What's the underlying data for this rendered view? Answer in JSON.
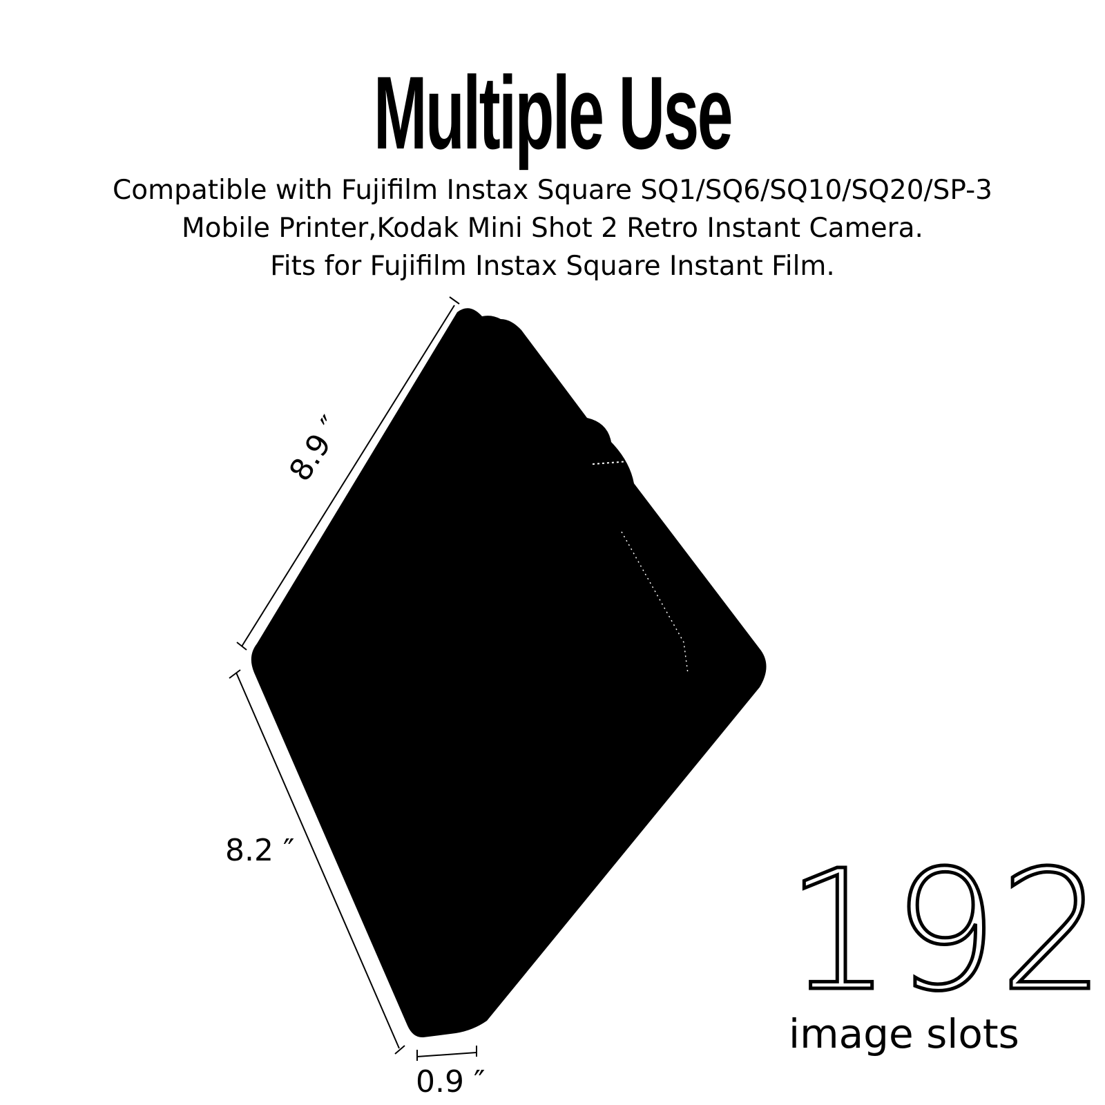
{
  "heading": {
    "title": "Multiple Use",
    "description_lines": [
      "Compatible with Fujifilm Instax Square SQ1/SQ6/SQ10/SQ20/SP-3",
      "Mobile Printer,Kodak Mini Shot 2 Retro Instant Camera.",
      "Fits for Fujifilm Instax Square Instant Film."
    ]
  },
  "dimensions": {
    "height": "8.9 ″",
    "width": "8.2 ″",
    "thickness": "0.9 ″"
  },
  "capacity": {
    "count": "192",
    "label": "image slots"
  },
  "colors": {
    "album": "#000000",
    "background": "#ffffff",
    "text": "#000000"
  }
}
